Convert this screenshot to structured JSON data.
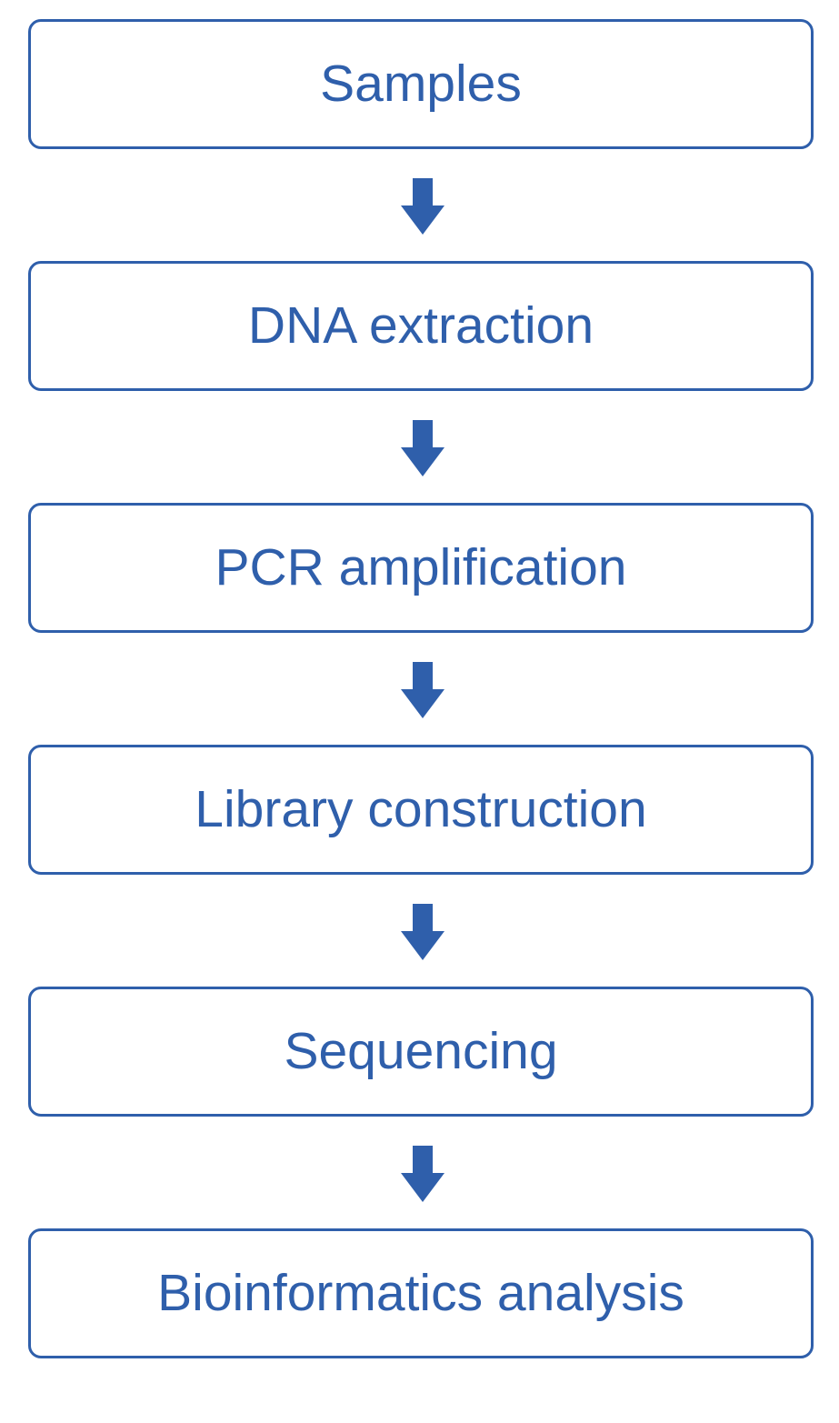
{
  "diagram": {
    "accent_color": "#2f5fab",
    "steps": [
      {
        "label": "Samples"
      },
      {
        "label": "DNA extraction"
      },
      {
        "label": "PCR amplification"
      },
      {
        "label": "Library construction"
      },
      {
        "label": "Sequencing"
      },
      {
        "label": "Bioinformatics analysis"
      }
    ],
    "connector_icon": "down-arrow-icon"
  }
}
